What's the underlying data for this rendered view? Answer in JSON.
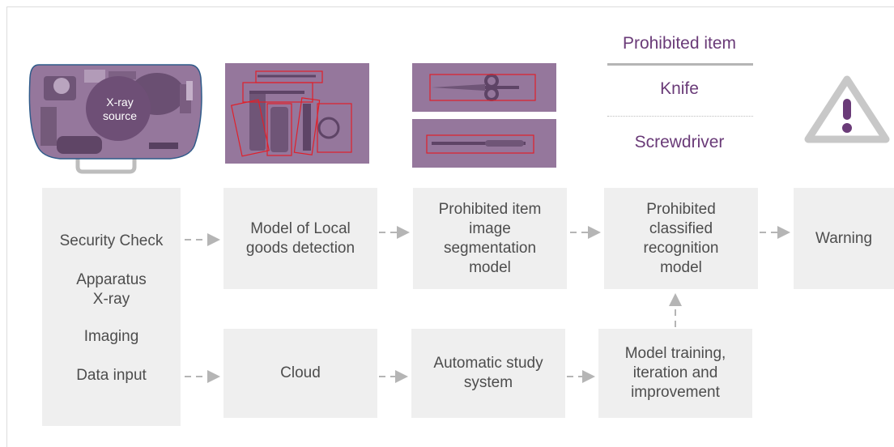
{
  "xray": {
    "label_line1": "X-ray",
    "label_line2": "source"
  },
  "legend": {
    "header": "Prohibited item",
    "item1": "Knife",
    "item2": "Screwdriver"
  },
  "left_column": {
    "line1": "Security Check",
    "line2": "Apparatus",
    "line3": "X-ray",
    "line4": "Imaging",
    "line5": "Data input"
  },
  "boxes": {
    "local_detection": [
      "Model of Local",
      "goods detection"
    ],
    "segmentation": [
      "Prohibited item",
      "image",
      "segmentation",
      "model"
    ],
    "classified": [
      "Prohibited",
      "classified",
      "recognition",
      "model"
    ],
    "warning": [
      "Warning"
    ],
    "cloud": [
      "Cloud"
    ],
    "study": [
      "Automatic study",
      "system"
    ],
    "training": [
      "Model training,",
      "iteration and",
      "improvement"
    ]
  },
  "colors": {
    "accent": "#6a3b78",
    "image_bg": "#95779c",
    "box_bg": "#efefef",
    "arrow": "#b5b5b5",
    "detection_box": "#e0202a"
  }
}
